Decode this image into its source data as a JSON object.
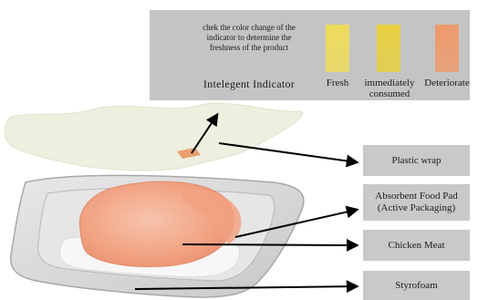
{
  "indicator": {
    "instruction_line1": "chek the color change of the",
    "instruction_line2": "indicator to determine the",
    "instruction_line3": "freshness of the product",
    "title": "Intelegent Indicator",
    "swatches": [
      {
        "label_line1": "Fresh",
        "label_line2": "",
        "color": "#efdc5a"
      },
      {
        "label_line1": "immediately",
        "label_line2": "consumed",
        "color": "#e8d03e"
      },
      {
        "label_line1": "Deteriorate",
        "label_line2": "",
        "color": "#ee9a6b"
      }
    ]
  },
  "labels": {
    "plastic_wrap": "Plastic wrap",
    "pad_line1": "Absorbent Food Pad",
    "pad_line2": "(Active Packaging)",
    "chicken": "Chicken Meat",
    "styrofoam": "Styrofoam"
  },
  "colors": {
    "panel_bg": "#c4c4c4",
    "label_bg": "#c9c9c9",
    "wrap": "#eeeedd",
    "tray": "#d7d7d7",
    "chicken": "#f4a98d",
    "arrow": "#000000"
  }
}
